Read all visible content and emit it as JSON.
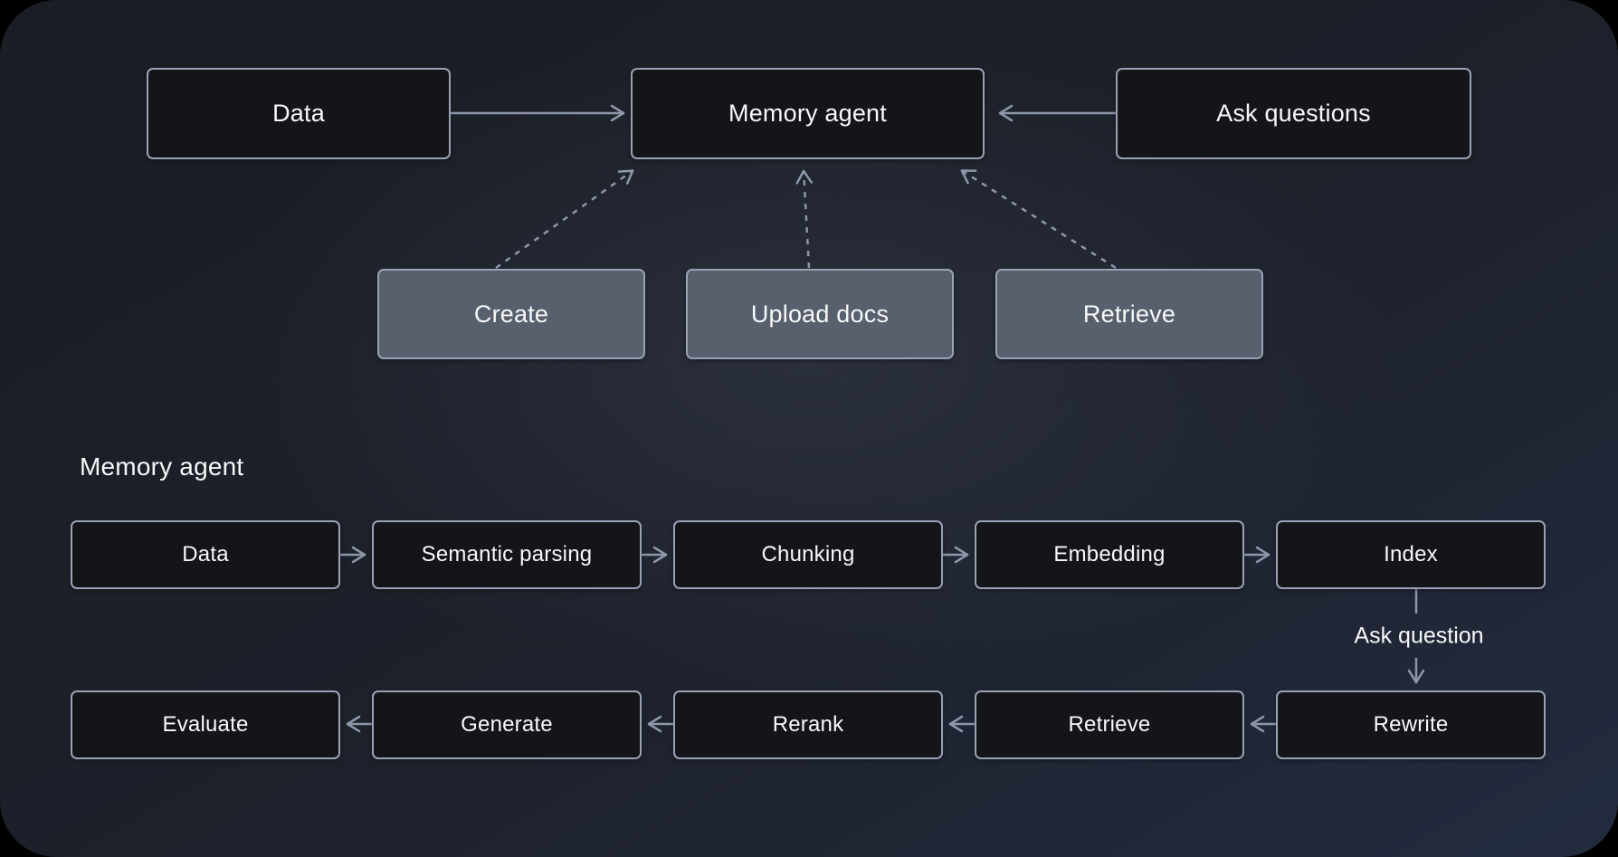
{
  "colors": {
    "background_base": "#1b1e25",
    "node_dark_fill": "#131519",
    "node_gray_fill": "#585f6d",
    "node_border": "#99a2b5",
    "arrow": "#8d97aa",
    "text": "#f7f8f9"
  },
  "overview": {
    "nodes": {
      "data": "Data",
      "memory_agent": "Memory agent",
      "ask_questions": "Ask questions",
      "create": "Create",
      "upload_docs": "Upload docs",
      "retrieve": "Retrieve"
    }
  },
  "detail": {
    "section_title": "Memory agent",
    "ingest_row": [
      "Data",
      "Semantic parsing",
      "Chunking",
      "Embedding",
      "Index"
    ],
    "generate_row": [
      "Evaluate",
      "Generate",
      "Rerank",
      "Retrieve",
      "Rewrite"
    ],
    "branch_label": "Ask question"
  }
}
